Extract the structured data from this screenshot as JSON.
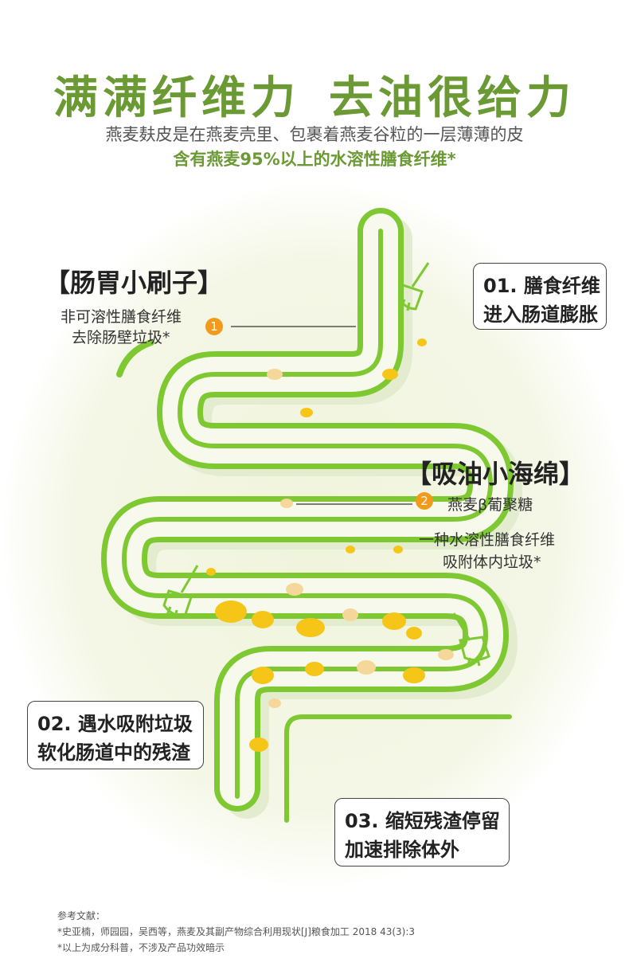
{
  "header": {
    "title_part1": "满满纤维力",
    "title_part2": "去油很给力",
    "subtitle_line1": "燕麦麸皮是在燕麦壳里、包裹着燕麦谷粒的一层薄薄的皮",
    "subtitle_line2": "含有燕麦95%以上的水溶性膳食纤维*"
  },
  "callout_brush": {
    "heading": "【肠胃小刷子】",
    "line1": "非可溶性膳食纤维",
    "line2": "去除肠壁垃圾*",
    "marker": "1"
  },
  "callout_sponge": {
    "heading": "【吸油小海绵】",
    "name": "燕麦β葡聚糖",
    "line1": "一种水溶性膳食纤维",
    "line2": "吸附体内垃圾*",
    "marker": "2"
  },
  "boxes": {
    "box1_line1": "01. 膳食纤维",
    "box1_line2": "进入肠道膨胀",
    "box2_line1": "02. 遇水吸附垃圾",
    "box2_line2": "软化肠道中的残渣",
    "box3_line1": "03. 缩短残渣停留",
    "box3_line2": "加速排除体外"
  },
  "references": {
    "label": "参考文献：",
    "ref1": "*史亚楠，师园园，吴西等，燕麦及其副产物综合利用现状[J]粮食加工 2018 43(3):3",
    "ref2": "*以上为成分科普，不涉及产品功效暗示"
  },
  "colors": {
    "brand_green": "#6b9a34",
    "tube_green": "#7ec832",
    "marker_orange": "#f29a1c",
    "particle_yellow": "#f5c518"
  },
  "icons": [
    "broom-icon",
    "broom-icon",
    "broom-icon"
  ]
}
